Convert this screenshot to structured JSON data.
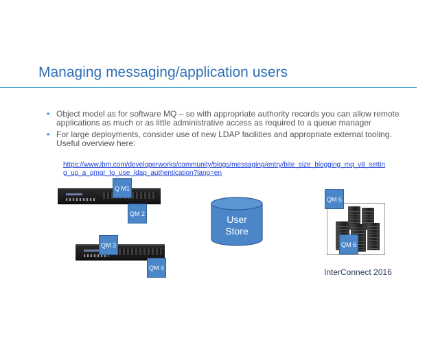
{
  "slide": {
    "title": "Managing messaging/application users",
    "bullets": [
      "Object model as for software MQ – so with appropriate authority records you can allow remote applications as much or as little administrative access as required to a queue manager",
      "For large deployments, consider use of new LDAP facilities and appropriate external tooling.  Useful overview here:"
    ],
    "link": "https://www.ibm.com/developerworks/community/blogs/messaging/entry/bite_size_blogging_mq_v8_setting_up_a_qmgr_to_use_ldap_authentication?lang=en",
    "qm_labels": [
      "Q M1",
      "QM 2",
      "QM 3",
      "QM 4",
      "QM 5",
      "QM 6"
    ],
    "user_store": "User\nStore",
    "footer": "InterConnect 2016"
  },
  "colors": {
    "title": "#2f6fb4",
    "rule": "#3a9ad9",
    "qm_box": "#4a86c8",
    "user_store": "#4a86c8",
    "link": "#1f3fd6"
  },
  "icons": {
    "appliance": "server-appliance-icon",
    "racks": "server-racks-icon",
    "store": "database-cylinder-icon"
  }
}
